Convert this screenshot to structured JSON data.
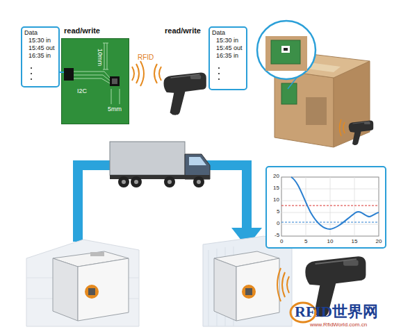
{
  "diagram": {
    "nodes": [
      {
        "text": [
          "Data",
          "15:30 in",
          "15:45 out",
          "16:35 in"
        ]
      },
      {
        "text": [
          "10mm",
          "I2C",
          "5mm"
        ]
      },
      {
        "text": [
          "Data",
          "15:30 in",
          "15:45 out",
          "16:35 in"
        ]
      }
    ],
    "labels": [
      "read/write",
      "read/write",
      "RFID",
      "20",
      "15",
      "10",
      "5",
      "0",
      "-5",
      "0",
      "5",
      "10",
      "15",
      "20",
      "RFID世界网",
      "www.RfidWorld.com.cn"
    ]
  }
}
